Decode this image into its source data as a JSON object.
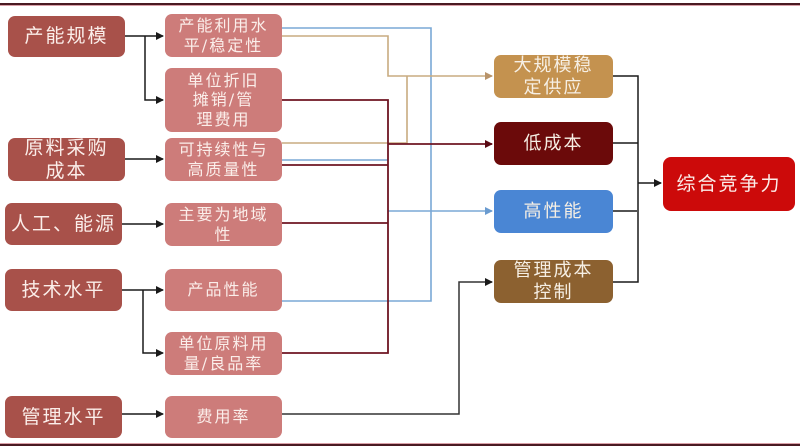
{
  "diagram": {
    "type": "flowchart",
    "colors": {
      "source_box": "#a8514a",
      "intermediate_box": "#cd7c7a",
      "supply": "#c4924f",
      "low_cost": "#6b0a0a",
      "performance": "#4a86d4",
      "management": "#8c6130",
      "final": "#cc0a0a",
      "tan_line": "#c8ab80",
      "maroon_line": "#6e1422",
      "blue_line": "#7aa8d6",
      "gray_line": "#333333"
    },
    "sources": [
      {
        "id": "capacity",
        "label": "产能规模"
      },
      {
        "id": "raw",
        "label": "原料采购成本"
      },
      {
        "id": "labor",
        "label": "人工、能源"
      },
      {
        "id": "tech",
        "label": "技术水平"
      },
      {
        "id": "mgmt",
        "label": "管理水平"
      }
    ],
    "intermediates": [
      {
        "id": "utilization",
        "label": "产能利用水平/稳定性"
      },
      {
        "id": "depreciation",
        "label": "单位折旧摊销/管理费用"
      },
      {
        "id": "sustain",
        "label": "可持续性与高质量性"
      },
      {
        "id": "regional",
        "label": "主要为地域性"
      },
      {
        "id": "product",
        "label": "产品性能"
      },
      {
        "id": "material",
        "label": "单位原料用量/良品率"
      },
      {
        "id": "expense",
        "label": "费用率"
      }
    ],
    "outcomes": [
      {
        "id": "supply",
        "label": "大规模稳定供应"
      },
      {
        "id": "lowcost",
        "label": "低成本"
      },
      {
        "id": "perf",
        "label": "高性能"
      },
      {
        "id": "mgmtcost",
        "label": "管理成本控制"
      }
    ],
    "final": {
      "id": "competitiveness",
      "label": "综合竞争力"
    },
    "edges": [
      [
        "capacity",
        "utilization"
      ],
      [
        "capacity",
        "depreciation"
      ],
      [
        "raw",
        "sustain"
      ],
      [
        "labor",
        "regional"
      ],
      [
        "tech",
        "product"
      ],
      [
        "tech",
        "material"
      ],
      [
        "mgmt",
        "expense"
      ],
      [
        "utilization",
        "supply"
      ],
      [
        "sustain",
        "supply"
      ],
      [
        "depreciation",
        "lowcost"
      ],
      [
        "sustain",
        "lowcost"
      ],
      [
        "regional",
        "lowcost"
      ],
      [
        "material",
        "lowcost"
      ],
      [
        "utilization",
        "perf"
      ],
      [
        "sustain",
        "perf"
      ],
      [
        "product",
        "perf"
      ],
      [
        "expense",
        "mgmtcost"
      ],
      [
        "supply",
        "competitiveness"
      ],
      [
        "lowcost",
        "competitiveness"
      ],
      [
        "perf",
        "competitiveness"
      ],
      [
        "mgmtcost",
        "competitiveness"
      ]
    ]
  }
}
